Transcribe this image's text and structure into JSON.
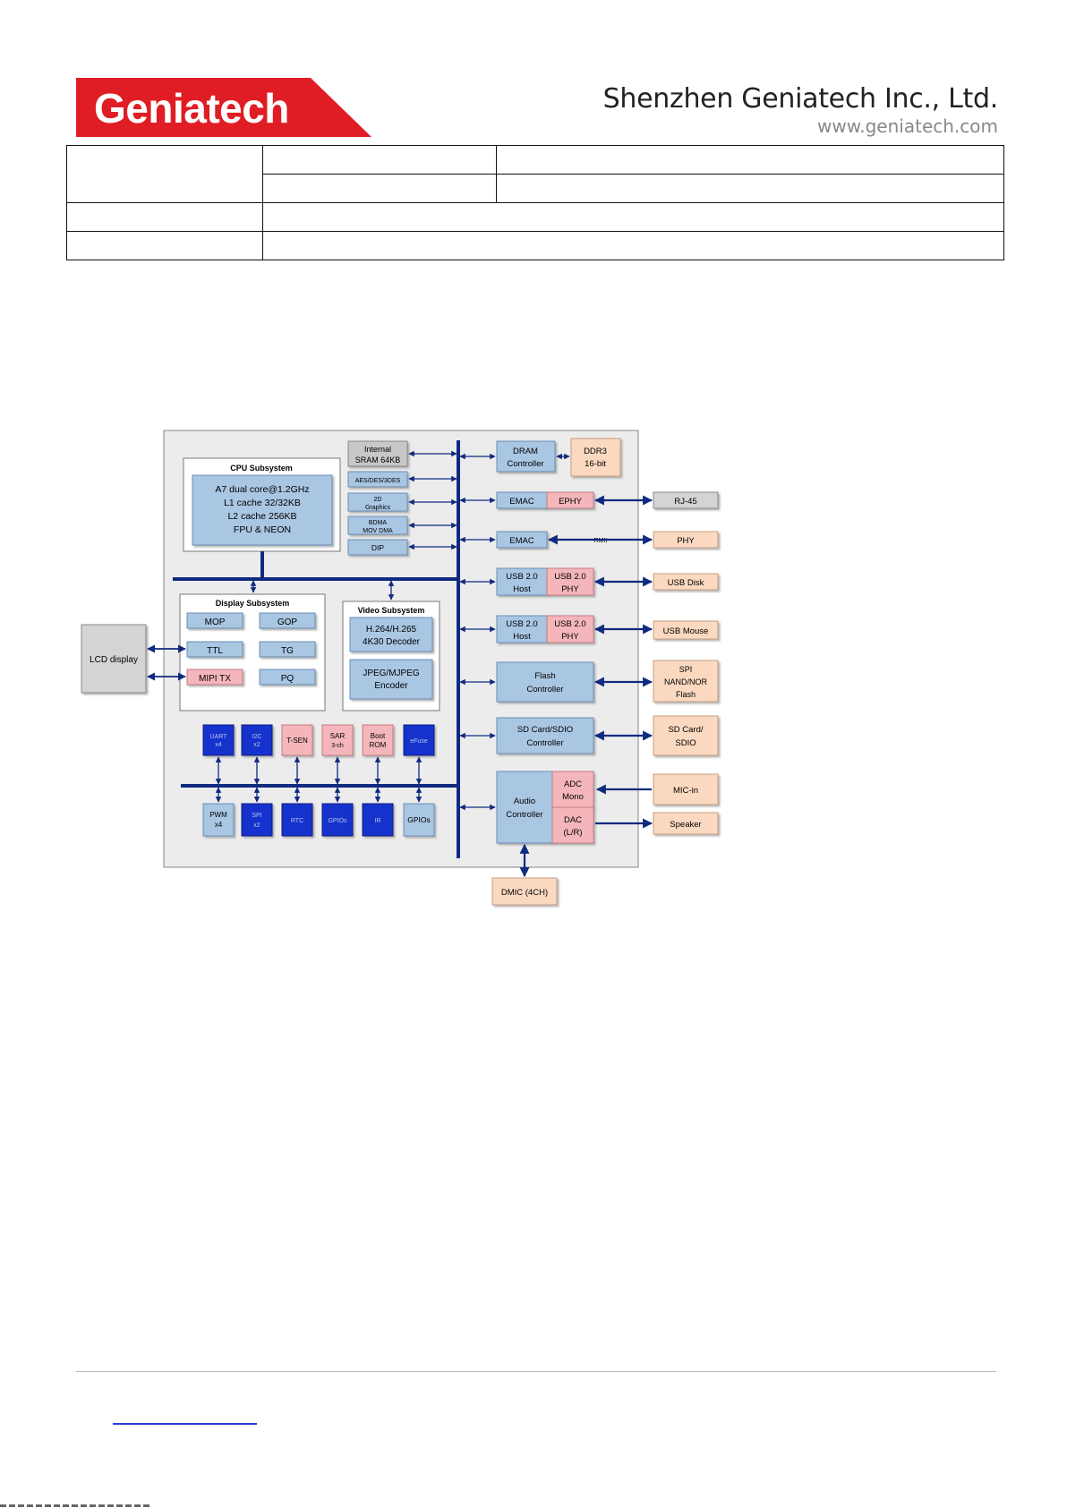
{
  "header": {
    "logo_text": "Geniatech",
    "company": "Shenzhen Geniatech Inc., Ltd.",
    "website": "www.geniatech.com"
  },
  "colors": {
    "brand_red": "#e01d24",
    "block_blue": "#a9c6e3",
    "block_pink": "#f4b6bb",
    "block_peach": "#fad9c0",
    "block_gray": "#d4d4d4",
    "block_dark_blue": "#1233cc",
    "bus": "#102a80"
  },
  "diagram": {
    "cpu_title": "CPU Subsystem",
    "cpu_lines": [
      "A7 dual core@1.2GHz",
      "L1 cache 32/32KB",
      "L2 cache 256KB",
      "FPU & NEON"
    ],
    "internal_sram": [
      "Internal",
      "SRAM 64KB"
    ],
    "aes": "AES/DES/3DES",
    "graphics": [
      "2D",
      "Graphics"
    ],
    "bdma": [
      "BDMA",
      "MOV DMA"
    ],
    "dip": "DIP",
    "display_title": "Display Subsystem",
    "mop": "MOP",
    "gop": "GOP",
    "ttl": "TTL",
    "tg": "TG",
    "mipi_tx": "MIPI TX",
    "pq": "PQ",
    "video_title": "Video Subsystem",
    "decoder": [
      "H.264/H.265",
      "4K30 Decoder"
    ],
    "encoder": [
      "JPEG/MJPEG",
      "Encoder"
    ],
    "lcd": "LCD display",
    "uart": [
      "UART",
      "x4"
    ],
    "i2c": [
      "I2C",
      "x2"
    ],
    "tsen": "T-SEN",
    "sar": [
      "SAR",
      "3-ch"
    ],
    "boot_rom": [
      "Boot",
      "ROM"
    ],
    "efuse": "eFuse",
    "pwm": [
      "PWM",
      "x4"
    ],
    "spi": [
      "SPI",
      "x2"
    ],
    "rtc": "RTC",
    "gpio_dark": "GPIOs",
    "ir": "IR",
    "gpios": "GPIOs",
    "dram_ctrl": [
      "DRAM",
      "Controller"
    ],
    "ddr3": [
      "DDR3",
      "16-bit"
    ],
    "emac1": "EMAC",
    "ephy": "EPHY",
    "rj45": "RJ-45",
    "emac2": "EMAC",
    "rmii": "RMII",
    "phy": "PHY",
    "usb_host1": [
      "USB 2.0",
      "Host"
    ],
    "usb_phy1": [
      "USB 2.0",
      "PHY"
    ],
    "usb_disk": "USB Disk",
    "usb_host2": [
      "USB 2.0",
      "Host"
    ],
    "usb_phy2": [
      "USB 2.0",
      "PHY"
    ],
    "usb_mouse": "USB Mouse",
    "flash_ctrl": [
      "Flash",
      "Controller"
    ],
    "spi_flash": [
      "SPI",
      "NAND/NOR",
      "Flash"
    ],
    "sd_ctrl": [
      "SD Card/SDIO",
      "Controller"
    ],
    "sd_card": [
      "SD Card/",
      "SDIO"
    ],
    "audio": [
      "Audio",
      "Controller"
    ],
    "adc": [
      "ADC",
      "Mono"
    ],
    "dac": [
      "DAC",
      "(L/R)"
    ],
    "mic": "MIC-in",
    "speaker": "Speaker",
    "dmic": "DMIC (4CH)"
  }
}
